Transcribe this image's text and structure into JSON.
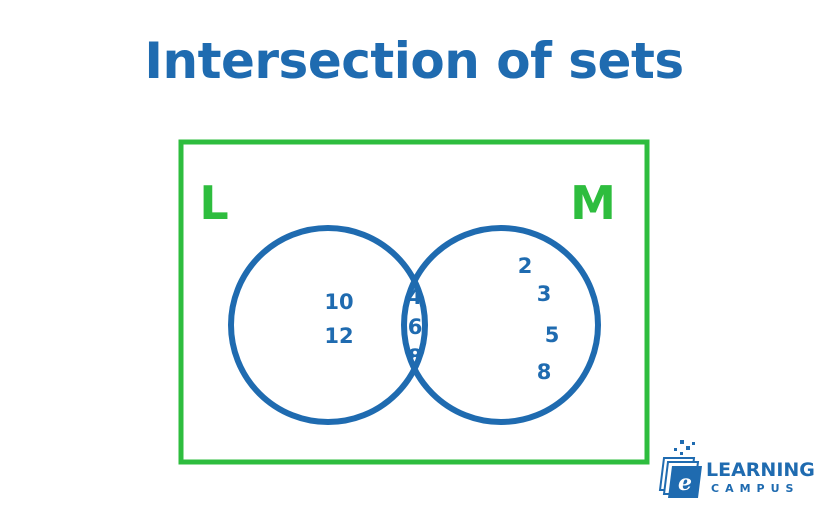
{
  "title": "Intersection of sets",
  "sets": {
    "left_label": "L",
    "right_label": "M"
  },
  "regions": {
    "left_only": [
      "10",
      "12"
    ],
    "intersection": [
      "4",
      "6",
      "8"
    ],
    "right_only": [
      "2",
      "3",
      "5",
      "8"
    ]
  },
  "logo": {
    "main": "LEARNING",
    "sub": "CAMPUS",
    "letter": "e"
  },
  "colors": {
    "primary_blue": "#1f6bb0",
    "box_green": "#2ebd3e"
  }
}
